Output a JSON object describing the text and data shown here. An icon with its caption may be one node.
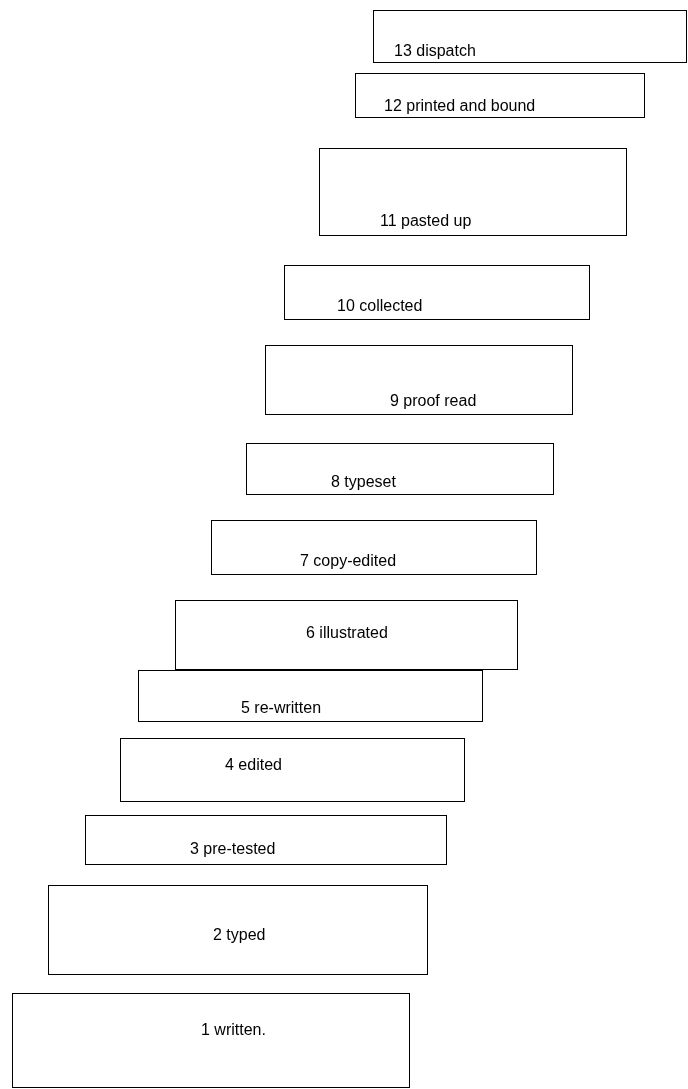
{
  "diagram": {
    "nodes": [
      {
        "text": [
          "13 dispatch"
        ]
      },
      {
        "text": [
          "12 printed and bound"
        ]
      },
      {
        "text": [
          "11 pasted up"
        ]
      },
      {
        "text": [
          "10 collected"
        ]
      },
      {
        "text": [
          "9 proof read"
        ]
      },
      {
        "text": [
          "8 typeset"
        ]
      },
      {
        "text": [
          "7 copy-edited"
        ]
      },
      {
        "text": [
          "6 illustrated"
        ]
      },
      {
        "text": [
          "5 re-written"
        ]
      },
      {
        "text": [
          "4 edited"
        ]
      },
      {
        "text": [
          "3 pre-tested"
        ]
      },
      {
        "text": [
          "2 typed"
        ]
      },
      {
        "text": [
          "1 written."
        ]
      }
    ]
  }
}
